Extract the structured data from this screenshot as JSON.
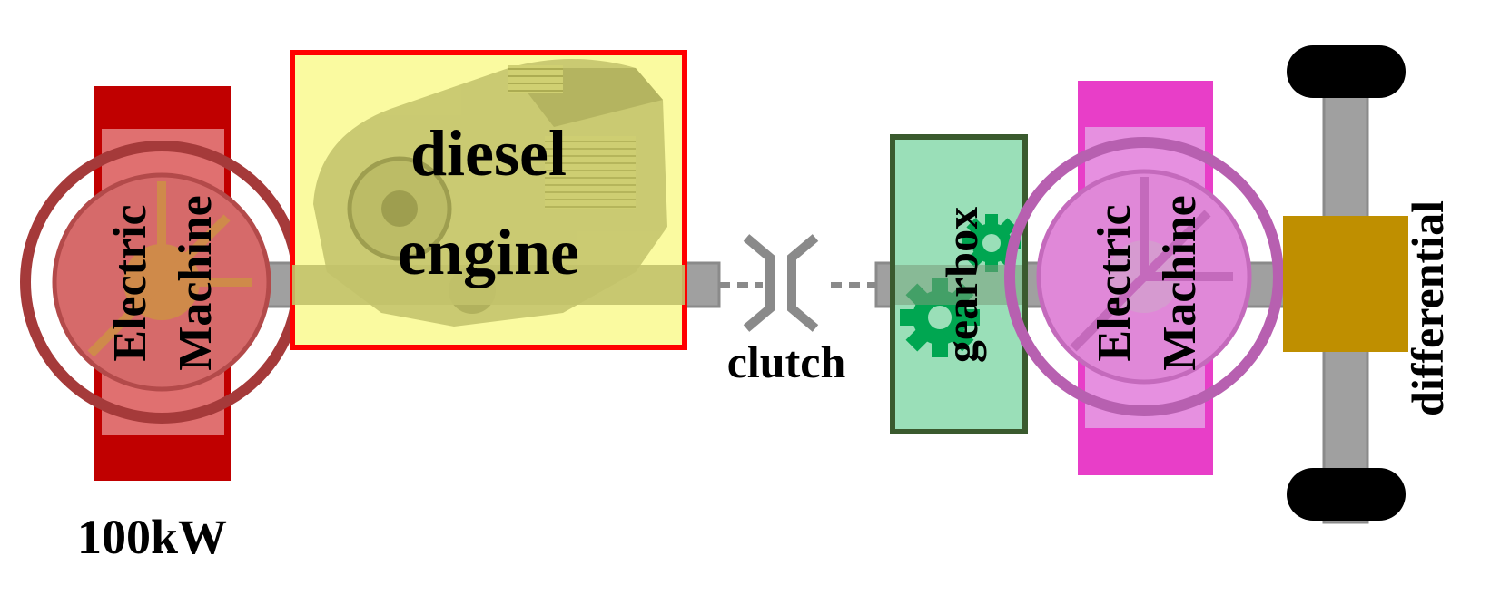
{
  "components": {
    "em_left": {
      "line1": "Electric",
      "line2": "Machine",
      "rating": "100kW"
    },
    "engine": {
      "line1": "diesel",
      "line2": "engine"
    },
    "clutch": {
      "label": "clutch"
    },
    "gearbox": {
      "label": "gearbox"
    },
    "em_right": {
      "line1": "Electric",
      "line2": "Machine"
    },
    "differential": {
      "label": "differential"
    }
  },
  "colors": {
    "shaft": "#a0a0a0",
    "shaft_stroke": "#8a8a8a",
    "em_left_fill": "#c00000",
    "engine_fill": "#fafaa0",
    "engine_border": "#ff0000",
    "gearbox_fill": "#9adfb8",
    "gearbox_border": "#3a5a2e",
    "gear": "#00a651",
    "em_right_fill": "#e83ec8",
    "differential_fill": "#bf8f00",
    "wheel": "#000000"
  }
}
